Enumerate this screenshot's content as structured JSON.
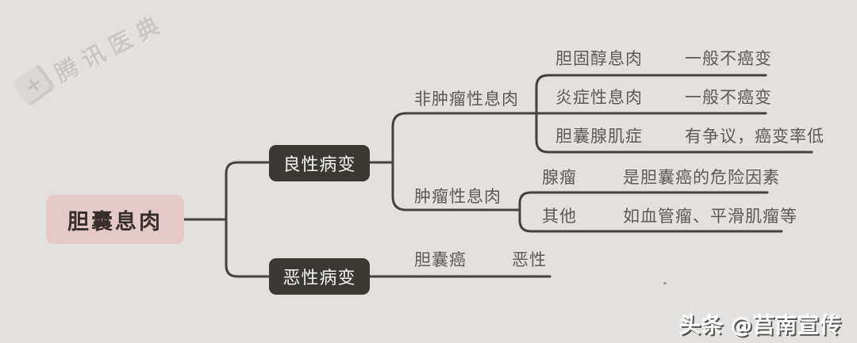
{
  "colors": {
    "background": "#e2e1df",
    "line": "#45423e",
    "root_fill": "#e5c9c9",
    "root_text": "#3a2d2d",
    "branch_fill": "#3a3934",
    "branch_text": "#f5f4f2",
    "label_text": "#5e5955",
    "watermark_gray": "#c6c4c1",
    "watermark_white": "#fdfdfd"
  },
  "watermark_topleft": {
    "icon": "book-plus-icon",
    "icon_glyph": "+",
    "text": "腾讯医典"
  },
  "watermark_bottomright": {
    "text": "头条",
    "handle": "@莒南宣传"
  },
  "mindmap": {
    "root": {
      "label": "胆囊息肉"
    },
    "branches": [
      {
        "label": "良性病变",
        "children": [
          {
            "label": "非肿瘤性息肉",
            "children": [
              {
                "label": "胆固醇息肉",
                "note": "一般不癌变"
              },
              {
                "label": "炎症性息肉",
                "note": "一般不癌变"
              },
              {
                "label": "胆囊腺肌症",
                "note": "有争议，癌变率低"
              }
            ]
          },
          {
            "label": "肿瘤性息肉",
            "children": [
              {
                "label": "腺瘤",
                "note": "是胆囊癌的危险因素"
              },
              {
                "label": "其他",
                "note": "如血管瘤、平滑肌瘤等"
              }
            ]
          }
        ]
      },
      {
        "label": "恶性病变",
        "children": [
          {
            "label": "胆囊癌",
            "note": "恶性"
          }
        ]
      }
    ]
  }
}
